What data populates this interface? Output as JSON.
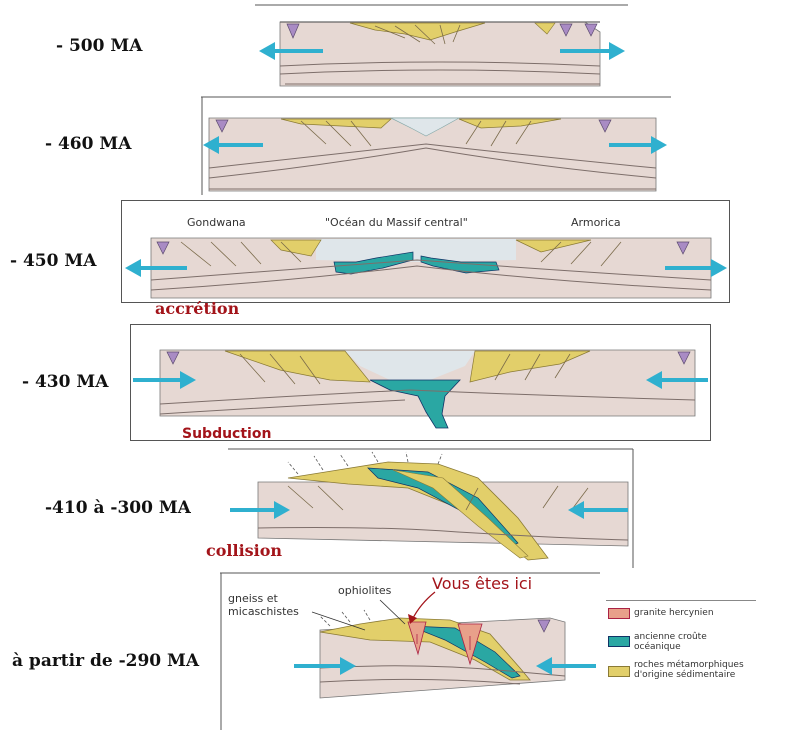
{
  "stages": [
    {
      "label": "- 500 MA"
    },
    {
      "label": "- 460 MA"
    },
    {
      "label": "- 450 MA"
    },
    {
      "label": "- 430 MA"
    },
    {
      "label": "-410 à -300 MA"
    },
    {
      "label": "à partir de -290 MA"
    }
  ],
  "place_names": {
    "left": "Gondwana",
    "center": "\"Océan du Massif central\"",
    "right": "Armorica"
  },
  "process_labels": {
    "accretion": "accrétion",
    "subduction": "Subduction",
    "collision": "collision"
  },
  "annotations": {
    "gneiss_line1": "gneiss et",
    "gneiss_line2": "micaschistes",
    "ophiolites": "ophiolites",
    "here": "Vous êtes ici"
  },
  "legend": [
    {
      "line1": "granite hercynien",
      "line2": "",
      "color": "#e8a08a"
    },
    {
      "line1": "ancienne croûte",
      "line2": "océanique",
      "color": "#2aa7a3"
    },
    {
      "line1": "roches métamorphiques",
      "line2": "d'origine sédimentaire",
      "color": "#e2cf6a"
    }
  ],
  "colors": {
    "crust": "#e6d8d3",
    "sediment": "#e2cf6a",
    "ocean_crust": "#2aa7a3",
    "water": "#dfe6ea",
    "arrow": "#2fb0cf",
    "granite": "#e8a08a",
    "volcano": "#a98bc4"
  }
}
